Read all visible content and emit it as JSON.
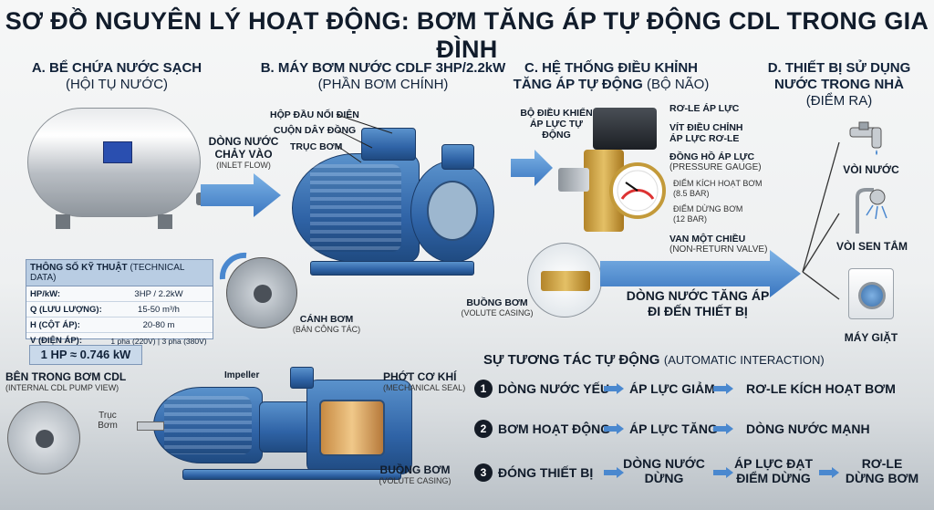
{
  "title": "SƠ ĐỒ NGUYÊN LÝ HOẠT ĐỘNG: BƠM TĂNG ÁP TỰ ĐỘNG CDL TRONG GIA ĐÌNH",
  "section_a": {
    "heading": "A. BỂ CHỨA NƯỚC SẠCH",
    "sub": "(HỘI TỤ NƯỚC)"
  },
  "section_b": {
    "heading": "B. MÁY BƠM NƯỚC CDLF 3HP/2.2kW",
    "sub": "(PHẦN BƠM CHÍNH)"
  },
  "section_c": {
    "heading1": "C. HỆ THỐNG ĐIỀU KHỈNH",
    "heading2": "TĂNG ÁP TỰ ĐỘNG",
    "sub": "(BỘ NÃO)"
  },
  "section_d": {
    "heading1": "D. THIẾT BỊ SỬ DỤNG",
    "heading2": "NƯỚC TRONG NHÀ",
    "sub": "(ĐIỂM RA)"
  },
  "inlet": {
    "line1": "DÒNG NƯỚC",
    "line2": "CHẢY VÀO",
    "sub": "(INLET FLOW)"
  },
  "pump_labels": {
    "junction_box": "HỘP ĐẦU NỐI ĐIỆN",
    "copper_coil": "CUỘN DÂY ĐỒNG",
    "shaft": "TRỤC BƠM",
    "volute": "BUỒNG BƠM",
    "volute_sub": "(VOLUTE CASING)",
    "impeller": "CÁNH BƠM",
    "impeller_sub": "(BÁN CÔNG TÁC)"
  },
  "control_labels": {
    "controller1": "BỘ ĐIỀU KHIỂN",
    "controller2": "ÁP LỰC TỰ ĐỘNG",
    "relay": "RƠ-LE ÁP LỰC",
    "screw1": "VÍT ĐIỀU CHỈNH",
    "screw2": "ÁP LỰC RƠ-LE",
    "gauge": "ĐỒNG HỒ ÁP LỰC",
    "gauge_sub": "(PRESSURE GAUGE)",
    "start1": "ĐIỂM KÍCH HOẠT BƠM",
    "start2": "(8.5 BAR)",
    "stop1": "ĐIỂM DỪNG BƠM",
    "stop2": "(12 BAR)",
    "valve": "VAN MỘT CHIỀU",
    "valve_sub": "(NON-RETURN VALVE)"
  },
  "boost_flow": {
    "line1": "DÒNG NƯỚC TĂNG ÁP",
    "line2": "ĐI ĐẾN THIẾT BỊ"
  },
  "devices": [
    "VÒI NƯỚC",
    "VÒI SEN TẮM",
    "MÁY GIẶT"
  ],
  "icons": [
    "faucet-icon",
    "shower-icon",
    "washing-machine-icon"
  ],
  "spec": {
    "header_bold": "THÔNG SỐ KỸ THUẬT",
    "header_rest": "(TECHNICAL DATA)",
    "rows": [
      {
        "k": "HP/kW:",
        "v": "3HP / 2.2kW"
      },
      {
        "k": "Q (LƯU LƯỢNG):",
        "v": "15-50 m³/h"
      },
      {
        "k": "H (CỘT ÁP):",
        "v": "20-80 m"
      },
      {
        "k": "V (ĐIỆN ÁP):",
        "v": "1 pha (220V) | 3 pha (380V)"
      }
    ]
  },
  "hp_note": "1 HP ≈ 0.746 kW",
  "inside": {
    "heading": "BÊN TRONG BƠM CDL",
    "sub": "(INTERNAL CDL PUMP VIEW)"
  },
  "inside_labels": {
    "shaft1": "Trục",
    "shaft2": "Bơm",
    "impeller": "Impeller",
    "seal": "PHỚT CƠ KHÍ",
    "seal_sub": "(MECHANICAL SEAL)",
    "volute": "BUỒNG BƠM",
    "volute_sub": "(VOLUTE CASING)"
  },
  "interaction": {
    "heading": "SỰ TƯƠNG TÁC TỰ ĐỘNG",
    "sub": "(AUTOMATIC INTERACTION)"
  },
  "steps": [
    {
      "num": "1",
      "a": "DÒNG NƯỚC YẾU",
      "b": "ÁP LỰC GIẢM",
      "c": "RƠ-LE KÍCH HOẠT BƠM"
    },
    {
      "num": "2",
      "a": "BƠM HOẠT ĐỘNG",
      "b": "ÁP LỰC TĂNG",
      "c": "DÒNG NƯỚC MẠNH"
    },
    {
      "num": "3",
      "a": "ĐÓNG THIẾT BỊ",
      "b1": "DÒNG NƯỚC",
      "b2": "DỪNG",
      "c1": "ÁP LỰC ĐẠT",
      "c2": "ĐIỂM DỪNG",
      "d1": "RƠ-LE",
      "d2": "DỪNG BƠM"
    }
  ],
  "colors": {
    "pump_blue": "#2f63a6",
    "arrow_blue": "#4a88cf",
    "brass": "#c39a3a"
  }
}
